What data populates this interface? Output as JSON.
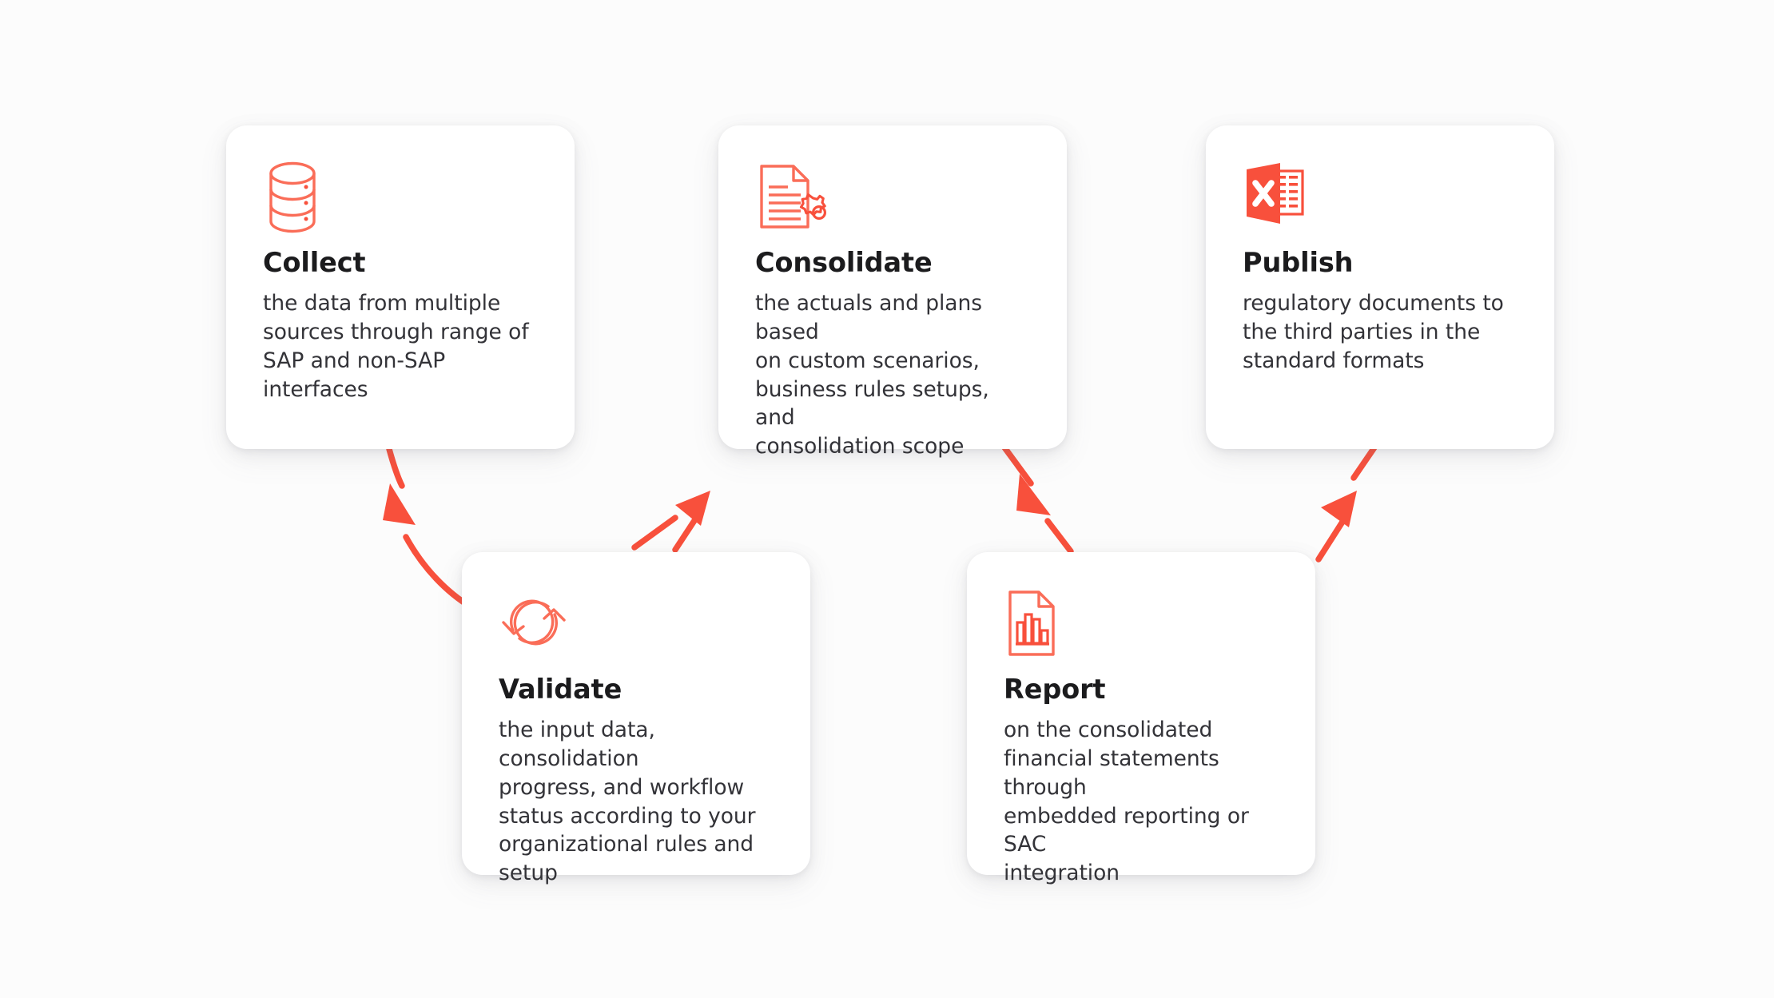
{
  "diagram": {
    "accent_color": "#f8503c",
    "accent_light": "#fa6d58",
    "background_color": "#fcfcfc",
    "card_background": "#ffffff",
    "title_color": "#1b1b1d",
    "body_color": "#333338"
  },
  "cards": [
    {
      "id": "collect",
      "icon": "database-icon",
      "title": "Collect",
      "description": "the data from multiple\nsources through range of\nSAP and non-SAP\ninterfaces"
    },
    {
      "id": "validate",
      "icon": "sync-refresh-icon",
      "title": "Validate",
      "description": "the input data, consolidation\nprogress, and workflow\nstatus according to your\norganizational rules and\nsetup"
    },
    {
      "id": "consolidate",
      "icon": "document-gear-icon",
      "title": "Consolidate",
      "description": "the actuals and plans based\non custom scenarios,\nbusiness rules setups, and\nconsolidation scope"
    },
    {
      "id": "report",
      "icon": "document-chart-icon",
      "title": "Report",
      "description": "on the consolidated\nfinancial statements through\nembedded reporting or SAC\nintegration"
    },
    {
      "id": "publish",
      "icon": "excel-spreadsheet-icon",
      "title": "Publish",
      "description": "regulatory documents to\nthe third parties in the\nstandard formats"
    }
  ],
  "connectors": [
    {
      "id": "collect-to-validate",
      "from": "collect",
      "to": "validate",
      "direction": "down"
    },
    {
      "id": "validate-to-consolidate",
      "from": "validate",
      "to": "consolidate",
      "direction": "up"
    },
    {
      "id": "consolidate-to-report",
      "from": "consolidate",
      "to": "report",
      "direction": "down"
    },
    {
      "id": "report-to-publish",
      "from": "report",
      "to": "publish",
      "direction": "up"
    }
  ]
}
